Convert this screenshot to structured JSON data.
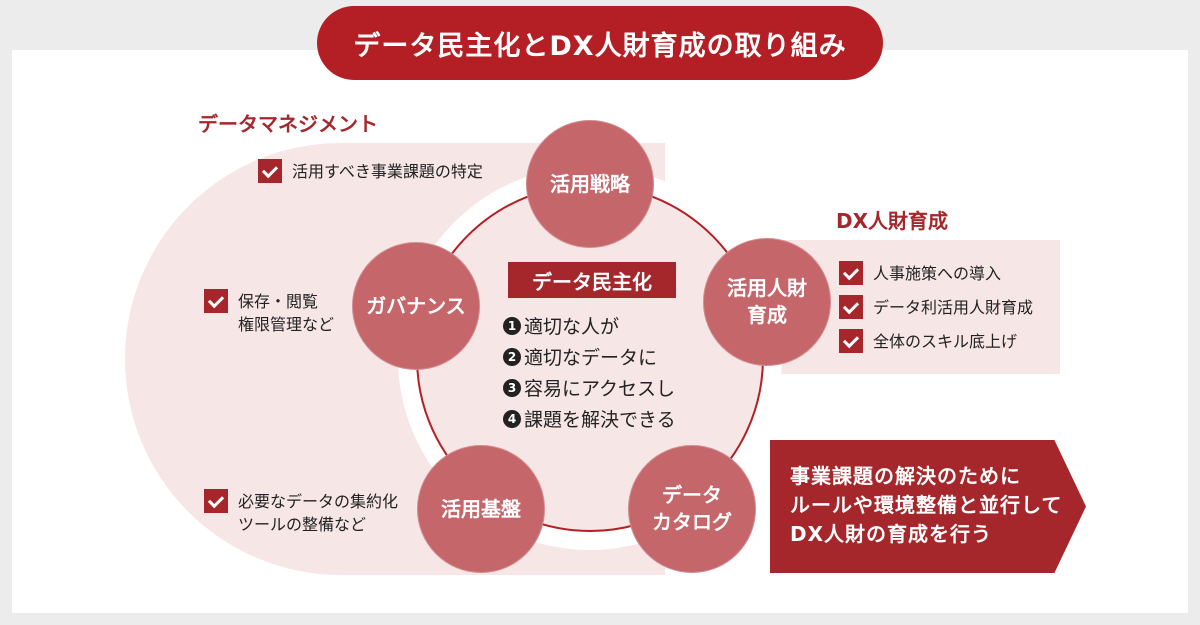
{
  "title": "データ民主化とDX人財育成の取り組み",
  "data_management": {
    "label": "データマネジメント",
    "items": [
      {
        "lines": [
          "活用すべき事業課題の特定"
        ]
      },
      {
        "lines": [
          "保存・閲覧",
          "権限管理など"
        ]
      },
      {
        "lines": [
          "必要なデータの集約化",
          "ツールの整備など"
        ]
      }
    ]
  },
  "dx_talent": {
    "label": "DX人財育成",
    "items": [
      "人事施策への導入",
      "データ利活用人財育成",
      "全体のスキル底上げ"
    ]
  },
  "nodes": {
    "strategy": [
      "活用戦略"
    ],
    "talent": [
      "活用人財",
      "育成"
    ],
    "catalog": [
      "データ",
      "カタログ"
    ],
    "platform": [
      "活用基盤"
    ],
    "governance": [
      "ガバナンス"
    ]
  },
  "center": {
    "tag": "データ民主化",
    "items": [
      {
        "num": "1",
        "text": "適切な人が"
      },
      {
        "num": "2",
        "text": "適切なデータに"
      },
      {
        "num": "3",
        "text": "容易にアクセスし"
      },
      {
        "num": "4",
        "text": "課題を解決できる"
      }
    ]
  },
  "message": [
    "事業課題の解決のために",
    "ルールや環境整備と並行して",
    "DX人財の育成を行う"
  ],
  "colors": {
    "accent": "#b31f24",
    "dark_red": "#a5272b",
    "node": "#c4666a",
    "band": "#f6e6e5"
  }
}
